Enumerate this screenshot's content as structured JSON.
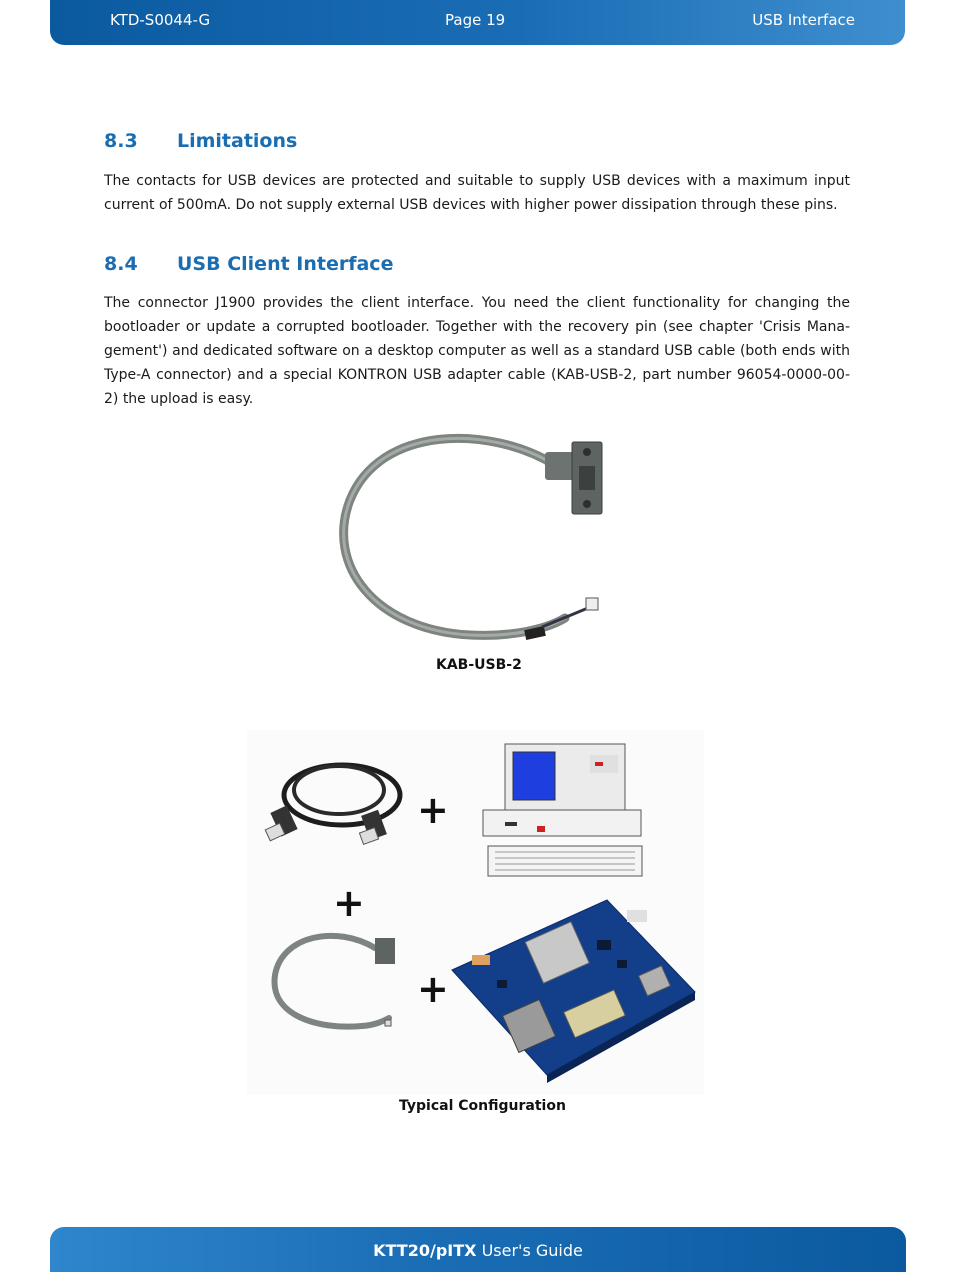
{
  "header": {
    "doc_id": "KTD-S0044-G",
    "page": "Page 19",
    "section": "USB Interface"
  },
  "section_8_3": {
    "number": "8.3",
    "title": "Limitations",
    "body": "The contacts for USB devices are protected and suitable to supply USB devices with a maximum input current of 500mA. Do not supply external USB devices with higher power dissipation through these pins."
  },
  "section_8_4": {
    "number": "8.4",
    "title": "USB Client Interface",
    "body": "The connector J1900 provides the client interface. You need the client functionality for changing the bootloader or update a corrupted bootloader. Together with the recovery pin (see chapter 'Crisis Mana-gement') and dedicated software on a desktop computer as well as a standard USB cable (both ends with Type-A connector) and a special KONTRON USB adapter cable (KAB-USB-2, part number 96054-0000-00-2) the upload is easy."
  },
  "figures": {
    "cable_caption": "KAB-USB-2",
    "config_caption": "Typical Configuration",
    "plus_sign": "+"
  },
  "footer": {
    "product": "KTT20/pITX",
    "guide": "User's Guide"
  },
  "colors": {
    "heading": "#1b6db2",
    "bar": "#0b5aa0"
  }
}
